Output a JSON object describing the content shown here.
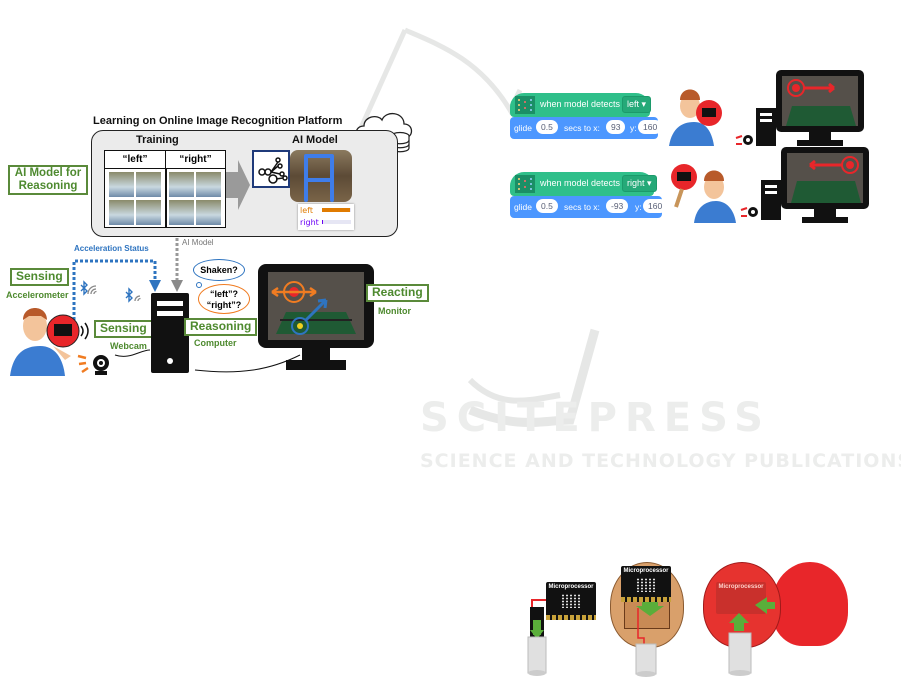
{
  "watermark": {
    "line1": "SCITEPRESS",
    "line2": "SCIENCE AND TECHNOLOGY PUBLICATIONS"
  },
  "overview": {
    "platform_title": "Learning on Online Image Recognition Platform",
    "training_label": "Training",
    "class_labels": [
      "“left”",
      "“right”"
    ],
    "ai_model_label": "AI Model",
    "result_bars": [
      {
        "label": "left",
        "fraction": 0.95,
        "color": "#e07b00"
      },
      {
        "label": "right",
        "fraction": 0.05,
        "color": "#6a00f4"
      }
    ],
    "ai_model_for_reasoning": [
      "AI Model for",
      "Reasoning"
    ],
    "ai_model_arrow_label": "AI Model",
    "acceleration_status": "Acceleration Status",
    "sensing_accel": {
      "label": "Sensing",
      "sub": "Accelerometer"
    },
    "sensing_webcam": {
      "label": "Sensing",
      "sub": "Webcam"
    },
    "reasoning": {
      "label": "Reasoning",
      "sub": "Computer"
    },
    "reacting": {
      "label": "Reacting",
      "sub": "Monitor"
    },
    "thought_1": "Shaken?",
    "thought_2": [
      "“left”?",
      "“right”?"
    ]
  },
  "code_blocks": [
    {
      "event": "when model detects",
      "value": "left",
      "motion": "glide",
      "secs": "0.5",
      "secs_label": "secs to x:",
      "x": "93",
      "y_label": "y:",
      "y": "160"
    },
    {
      "event": "when model detects",
      "value": "right",
      "motion": "glide",
      "secs": "0.5",
      "secs_label": "secs to x:",
      "x": "-93",
      "y_label": "y:",
      "y": "160"
    }
  ],
  "assembly": {
    "microprocessor_label": "Microprocessor"
  },
  "colors": {
    "green": "#4e8a2f",
    "scratch_event": "#2fbf8a",
    "scratch_motion": "#4c97ff",
    "paddle_red": "#e8262a",
    "paddle_wood": "#d9a06b",
    "arrow_orange": "#f07c22",
    "arrow_blue": "#2e74c0"
  }
}
